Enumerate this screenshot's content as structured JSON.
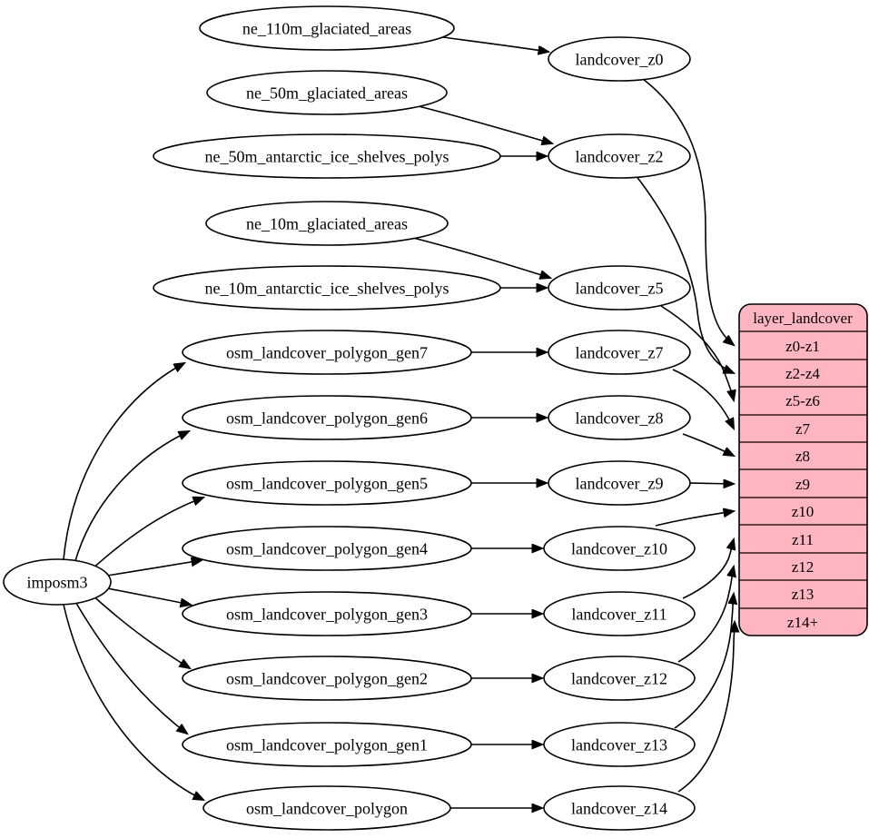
{
  "colors": {
    "background": "#ffffff",
    "node_fill": "#ffffff",
    "edge_stroke": "#000000",
    "table_fill": "#ffb6c1"
  },
  "root": {
    "label": "imposm3"
  },
  "sources": [
    "ne_110m_glaciated_areas",
    "ne_50m_glaciated_areas",
    "ne_50m_antarctic_ice_shelves_polys",
    "ne_10m_glaciated_areas",
    "ne_10m_antarctic_ice_shelves_polys",
    "osm_landcover_polygon_gen7",
    "osm_landcover_polygon_gen6",
    "osm_landcover_polygon_gen5",
    "osm_landcover_polygon_gen4",
    "osm_landcover_polygon_gen3",
    "osm_landcover_polygon_gen2",
    "osm_landcover_polygon_gen1",
    "osm_landcover_polygon"
  ],
  "stages": [
    "landcover_z0",
    "landcover_z2",
    "landcover_z5",
    "landcover_z7",
    "landcover_z8",
    "landcover_z9",
    "landcover_z10",
    "landcover_z11",
    "landcover_z12",
    "landcover_z13",
    "landcover_z14"
  ],
  "table": {
    "title": "layer_landcover",
    "rows": [
      "z0-z1",
      "z2-z4",
      "z5-z6",
      "z7",
      "z8",
      "z9",
      "z10",
      "z11",
      "z12",
      "z13",
      "z14+"
    ]
  },
  "edges": [
    {
      "from": "imposm3",
      "to": "osm_landcover_polygon_gen7"
    },
    {
      "from": "imposm3",
      "to": "osm_landcover_polygon_gen6"
    },
    {
      "from": "imposm3",
      "to": "osm_landcover_polygon_gen5"
    },
    {
      "from": "imposm3",
      "to": "osm_landcover_polygon_gen4"
    },
    {
      "from": "imposm3",
      "to": "osm_landcover_polygon_gen3"
    },
    {
      "from": "imposm3",
      "to": "osm_landcover_polygon_gen2"
    },
    {
      "from": "imposm3",
      "to": "osm_landcover_polygon_gen1"
    },
    {
      "from": "imposm3",
      "to": "osm_landcover_polygon"
    },
    {
      "from": "ne_110m_glaciated_areas",
      "to": "landcover_z0"
    },
    {
      "from": "ne_50m_glaciated_areas",
      "to": "landcover_z2"
    },
    {
      "from": "ne_50m_antarctic_ice_shelves_polys",
      "to": "landcover_z2"
    },
    {
      "from": "ne_10m_glaciated_areas",
      "to": "landcover_z5"
    },
    {
      "from": "ne_10m_antarctic_ice_shelves_polys",
      "to": "landcover_z5"
    },
    {
      "from": "osm_landcover_polygon_gen7",
      "to": "landcover_z7"
    },
    {
      "from": "osm_landcover_polygon_gen6",
      "to": "landcover_z8"
    },
    {
      "from": "osm_landcover_polygon_gen5",
      "to": "landcover_z9"
    },
    {
      "from": "osm_landcover_polygon_gen4",
      "to": "landcover_z10"
    },
    {
      "from": "osm_landcover_polygon_gen3",
      "to": "landcover_z11"
    },
    {
      "from": "osm_landcover_polygon_gen2",
      "to": "landcover_z12"
    },
    {
      "from": "osm_landcover_polygon_gen1",
      "to": "landcover_z13"
    },
    {
      "from": "osm_landcover_polygon",
      "to": "landcover_z14"
    },
    {
      "from": "landcover_z0",
      "to": "layer_landcover.z0-z1"
    },
    {
      "from": "landcover_z2",
      "to": "layer_landcover.z2-z4"
    },
    {
      "from": "landcover_z5",
      "to": "layer_landcover.z5-z6"
    },
    {
      "from": "landcover_z7",
      "to": "layer_landcover.z7"
    },
    {
      "from": "landcover_z8",
      "to": "layer_landcover.z8"
    },
    {
      "from": "landcover_z9",
      "to": "layer_landcover.z9"
    },
    {
      "from": "landcover_z10",
      "to": "layer_landcover.z10"
    },
    {
      "from": "landcover_z11",
      "to": "layer_landcover.z11"
    },
    {
      "from": "landcover_z12",
      "to": "layer_landcover.z12"
    },
    {
      "from": "landcover_z13",
      "to": "layer_landcover.z13"
    },
    {
      "from": "landcover_z14",
      "to": "layer_landcover.z14+"
    }
  ]
}
